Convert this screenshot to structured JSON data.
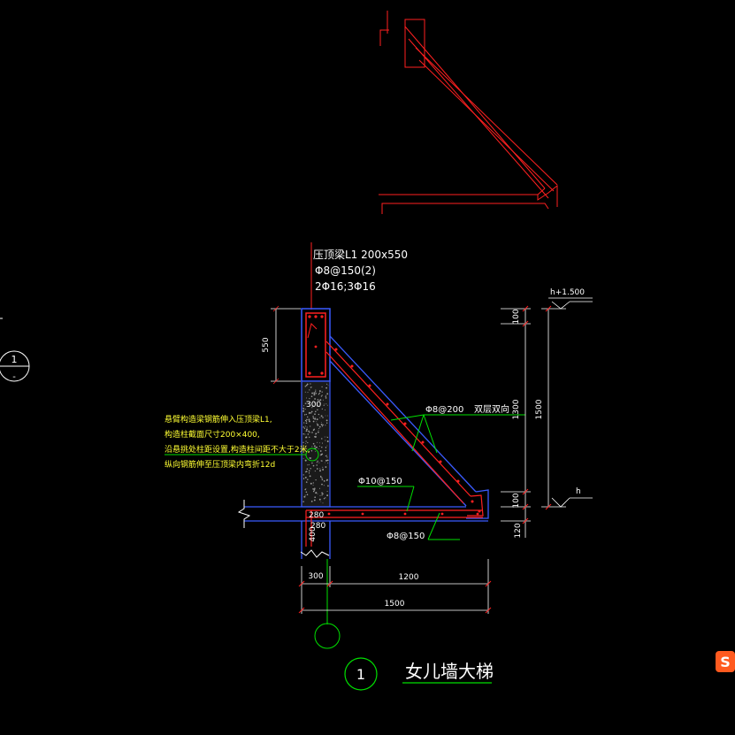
{
  "title": "女儿墙大梯",
  "detail_number": "1",
  "section_marker": {
    "top": "1",
    "bottom": "-"
  },
  "beam_note": {
    "line1": "压顶梁L1 200x550",
    "line2": "Φ8@150(2)",
    "line3": "2Φ16;3Φ16"
  },
  "left_notes": [
    "悬臂构造梁钢筋伸入压顶梁L1,",
    "构造柱截面尺寸200×400,",
    "沿悬挑处柱距设置,构造柱间距不大于2米,",
    "纵向钢筋伸至压顶梁内弯折12d"
  ],
  "rebar_labels": {
    "diagonal": "Φ8@200",
    "diagonal_note": "双层双向",
    "slab_top": "Φ10@150",
    "slab_bottom": "Φ8@150"
  },
  "dimensions": {
    "beam_height": "550",
    "wall_width_top": "300",
    "slab_280a": "280",
    "slab_280b": "280",
    "col_400": "400",
    "right_100_top": "100",
    "right_1300": "1300",
    "right_100_bottom": "100",
    "right_1500": "1500",
    "right_120": "120",
    "bottom_300": "300",
    "bottom_1200": "1200",
    "bottom_1500": "1500"
  },
  "levels": {
    "top": "h+1.500",
    "bottom": "h"
  },
  "colors": {
    "background": "#000000",
    "red": "#ff2020",
    "blue": "#3a5bff",
    "green": "#00e000",
    "yellow": "#ffff33",
    "white": "#ffffff",
    "gray": "#a0a0a0"
  },
  "badge_icon": "sogou-s-icon"
}
